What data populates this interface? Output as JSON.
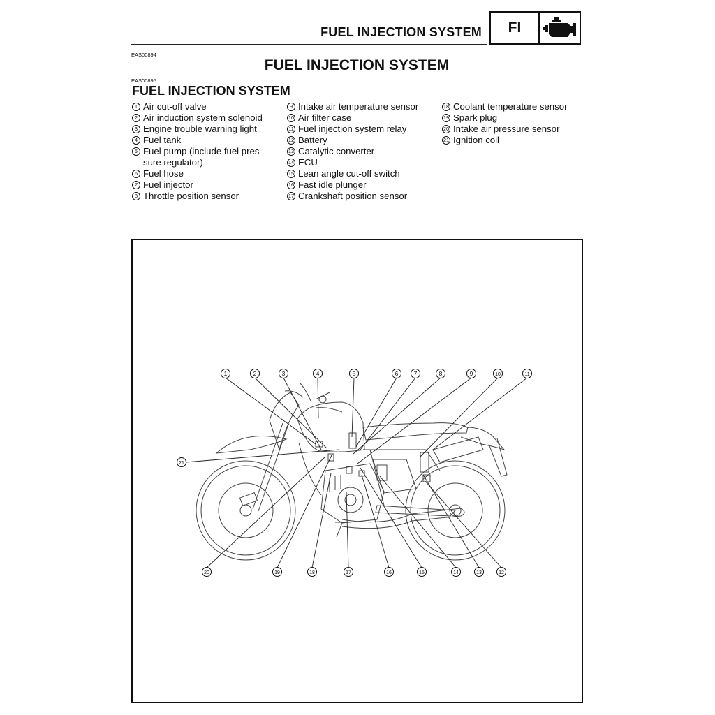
{
  "header": {
    "title": "FUEL INJECTION SYSTEM",
    "badge_code": "FI",
    "badge_icon": "engine-icon"
  },
  "codes": {
    "top": "EAS00894",
    "section": "EAS00895"
  },
  "main_title": "FUEL INJECTION SYSTEM",
  "section_title": "FUEL INJECTION SYSTEM",
  "legend": {
    "columns": [
      [
        {
          "n": "1",
          "label": "Air cut-off valve"
        },
        {
          "n": "2",
          "label": "Air induction system solenoid"
        },
        {
          "n": "3",
          "label": "Engine trouble warning light"
        },
        {
          "n": "4",
          "label": "Fuel tank"
        },
        {
          "n": "5",
          "label": "Fuel pump (include fuel pres-\nsure regulator)"
        },
        {
          "n": "6",
          "label": "Fuel hose"
        },
        {
          "n": "7",
          "label": "Fuel injector"
        },
        {
          "n": "8",
          "label": "Throttle position sensor"
        }
      ],
      [
        {
          "n": "9",
          "label": "Intake air temperature sensor"
        },
        {
          "n": "10",
          "label": "Air filter case"
        },
        {
          "n": "11",
          "label": "Fuel injection system relay"
        },
        {
          "n": "12",
          "label": "Battery"
        },
        {
          "n": "13",
          "label": "Catalytic converter"
        },
        {
          "n": "14",
          "label": "ECU"
        },
        {
          "n": "15",
          "label": "Lean angle cut-off switch"
        },
        {
          "n": "16",
          "label": "Fast idle plunger"
        },
        {
          "n": "17",
          "label": "Crankshaft position sensor"
        }
      ],
      [
        {
          "n": "18",
          "label": "Coolant temperature sensor"
        },
        {
          "n": "19",
          "label": "Spark plug"
        },
        {
          "n": "20",
          "label": "Intake air pressure sensor"
        },
        {
          "n": "21",
          "label": "Ignition coil"
        }
      ]
    ]
  },
  "diagram": {
    "callouts_top": [
      "1",
      "2",
      "3",
      "4",
      "5",
      "6",
      "7",
      "8",
      "9",
      "10",
      "11"
    ],
    "callouts_bottom": [
      "20",
      "19",
      "18",
      "17",
      "16",
      "15",
      "14",
      "13",
      "12"
    ],
    "callout_left": "21"
  }
}
